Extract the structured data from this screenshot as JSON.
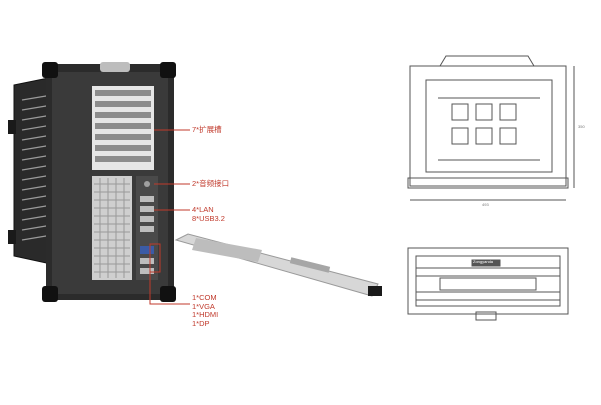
{
  "colors": {
    "callout": "#c0392b",
    "chassis": "#2b2b2b",
    "metal": "#d9d9d9",
    "drawing_line": "#555555"
  },
  "callouts": {
    "expansion_slots": "7*扩展槽",
    "audio_ports": "2*音频接口",
    "lan": "4*LAN",
    "usb": "8*USB3.2",
    "com": "1*COM",
    "vga": "1*VGA",
    "hdmi": "1*HDMI",
    "dp": "1*DP"
  },
  "drawing": {
    "logo_text": "Zongyanda",
    "dim_height": "350",
    "dim_width": "493"
  }
}
